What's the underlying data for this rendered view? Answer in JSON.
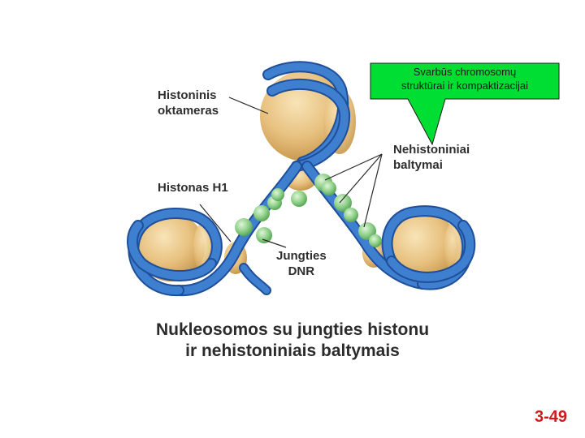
{
  "callout": {
    "line1": "Svarbūs chromosomų",
    "line2": "struktūrai ir kompaktizacijai",
    "fill": "#00dd33"
  },
  "labels": {
    "histone_octamer_1": "Histoninis",
    "histone_octamer_2": "oktameras",
    "nonhistone_1": "Nehistoniniai",
    "nonhistone_2": "baltymai",
    "histone_h1": "Histonas H1",
    "linker_dna_1": "Jungties",
    "linker_dna_2": "DNR"
  },
  "caption": {
    "line1": "Nukleosomos su jungties histonu",
    "line2": "ir nehistoniniais baltymais"
  },
  "page_number": "3-49",
  "colors": {
    "dna_blue": "#3e7fd0",
    "dna_dark": "#1f4f99",
    "histone_core": "#e7c07e",
    "nonhistone_green": "#8fd08a",
    "page_number": "#d11a1a"
  }
}
